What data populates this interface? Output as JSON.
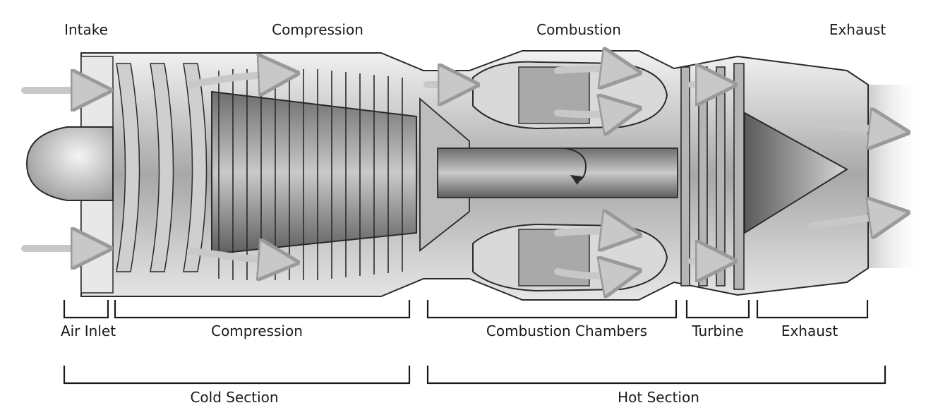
{
  "stages": {
    "intake": "Intake",
    "compression": "Compression",
    "combustion": "Combustion",
    "exhaust": "Exhaust"
  },
  "components": {
    "air_inlet": "Air Inlet",
    "compression": "Compression",
    "combustion_chambers": "Combustion Chambers",
    "turbine": "Turbine",
    "exhaust": "Exhaust"
  },
  "sections": {
    "cold": "Cold Section",
    "hot": "Hot Section"
  },
  "colors": {
    "outline": "#2a2a2a",
    "casing": "#9a9a9a",
    "arrow": "#cfcfcf"
  }
}
